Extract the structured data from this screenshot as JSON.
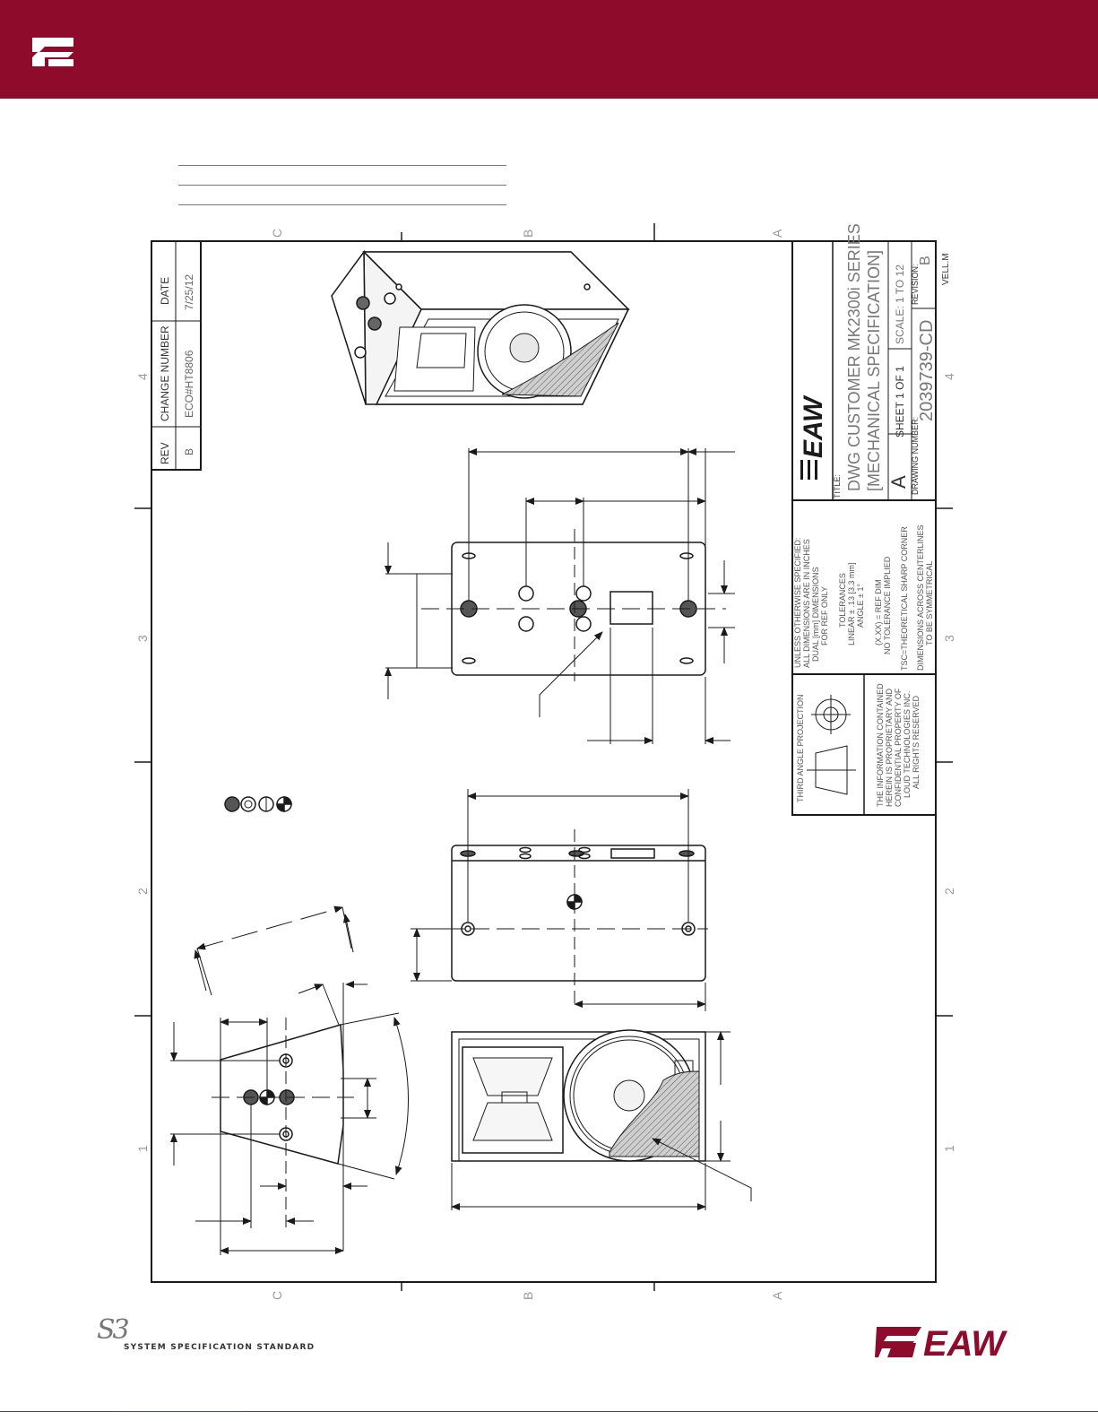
{
  "colors": {
    "brand": "#8f0b2c",
    "line": "#1a1a1a"
  },
  "revision_table": {
    "headers": [
      "REV",
      "CHANGE NUMBER",
      "DATE"
    ],
    "row": [
      "B",
      "ECO#HT8806",
      "7/25/12"
    ]
  },
  "zone_labels": [
    "C",
    "B",
    "A",
    "4",
    "3",
    "2",
    "1"
  ],
  "title_block": {
    "title_label": "TITLE:",
    "title_line1": "DWG CUSTOMER MK2300i SERIES",
    "title_line2": "[MECHANICAL SPECIFICATION]",
    "size": "A",
    "sheet": "SHEET 1 OF 1",
    "scale": "SCALE: 1 TO 12",
    "revision_label": "REVISION:",
    "revision": "B",
    "drawing_number_label": "DRAWING NUMBER:",
    "drawing_number": "2039739-CD",
    "drawn_by": "VELL.M"
  },
  "notes": {
    "line1": "UNLESS OTHERWISE SPECIFIED:",
    "line2": "ALL DIMENSIONS ARE IN INCHES",
    "line3": "DUAL [mm] DIMENSIONS",
    "line4": "FOR REF ONLY",
    "line5": "TOLERANCES",
    "line6": "LINEAR ± .13 [3.3 mm]",
    "line7": "ANGLE ± 1°",
    "line8": "(X.XX) = REF DIM",
    "line9": "NO TOLERANCE IMPLIED",
    "line10": "TSC=THEORETICAL SHARP CORNER",
    "line11": "DIMENSIONS ACROSS CENTERLINES",
    "line12": "TO BE SYMMETRICAL"
  },
  "projection": {
    "label": "THIRD ANGLE PROJECTION",
    "prop1": "THE INFORMATION CONTAINED",
    "prop2": "HEREIN IS PROPRIETARY AND",
    "prop3": "CONFIDENTIAL PROPERTY OF",
    "prop4": "LOUD TECHNOLOGIES INC.",
    "prop5": "ALL RIGHTS RESERVED"
  },
  "footer": {
    "s3_mark": "S3",
    "s3_text": "SYSTEM SPECIFICATION STANDARD",
    "logo_text": "EAW"
  }
}
